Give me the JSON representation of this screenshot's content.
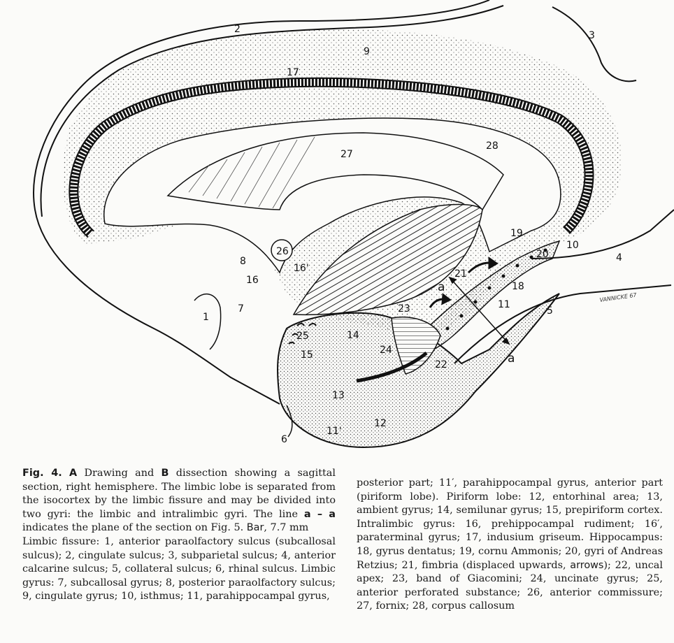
{
  "figure": {
    "labels": {
      "l1": "1",
      "l2": "2",
      "l3": "3",
      "l4": "4",
      "l5": "5",
      "l6": "6",
      "l7": "7",
      "l8": "8",
      "l9": "9",
      "l10": "10",
      "l11": "11",
      "l11p": "11'",
      "l12": "12",
      "l13": "13",
      "l14": "14",
      "l15": "15",
      "l16": "16",
      "l16p": "16'",
      "l17": "17",
      "l18": "18",
      "l19": "19",
      "l20": "20",
      "l21": "21",
      "l22": "22",
      "l23": "23",
      "l24": "24",
      "l25": "25",
      "l26": "26",
      "l27": "27",
      "l28": "28",
      "a_upper": "a",
      "a_lower": "a"
    },
    "signature": "VANNICKE 67"
  },
  "caption": {
    "fig_label": "Fig. 4.",
    "A": "A",
    "t1": " Drawing and ",
    "B": "B",
    "t2": " dissection showing a sagittal section, right hemisphere. The limbic lobe is separated from the isocortex by the limbic fissure and may be divided into two gyri: the limbic and intralimbic gyri. The line ",
    "aa": "a – a",
    "t3": " indicates the plane of the section on Fig. 5. ",
    "bar": "Bar",
    "t4": ", 7.7 mm",
    "left_rest": "Limbic fissure: 1, anterior paraolfactory sulcus (subcallosal sulcus); 2, cingulate sulcus; 3, subparietal sulcus; 4, anterior calcarine sulcus; 5, collateral sulcus; 6, rhinal sulcus. Limbic gyrus: 7, subcallosal gyrus; 8, posterior paraolfactory sulcus; 9, cingulate gyrus; 10, isthmus; 11, parahippocampal gyrus,",
    "right_1": "posterior part; 11′, parahippocampal gyrus, anterior part (piriform lobe). Piriform lobe: 12, entorhinal area; 13, ambient gyrus; 14, semilunar gyrus; 15, prepiriform cortex. Intralimbic gyrus: 16, prehippocampal rudiment; 16′, paraterminal gyrus; 17, indusium griseum. Hippocampus: 18, gyrus dentatus; 19, cornu Ammonis; 20, gyri of Andreas Retzius; 21, fimbria (displaced upwards, ",
    "arrows": "arrows",
    "right_2": "); 22, uncal apex; 23, band of Giacomini; 24, uncinate gyrus; 25, anterior perforated substance; 26, anterior commissure; 27, fornix; 28, corpus callosum"
  }
}
